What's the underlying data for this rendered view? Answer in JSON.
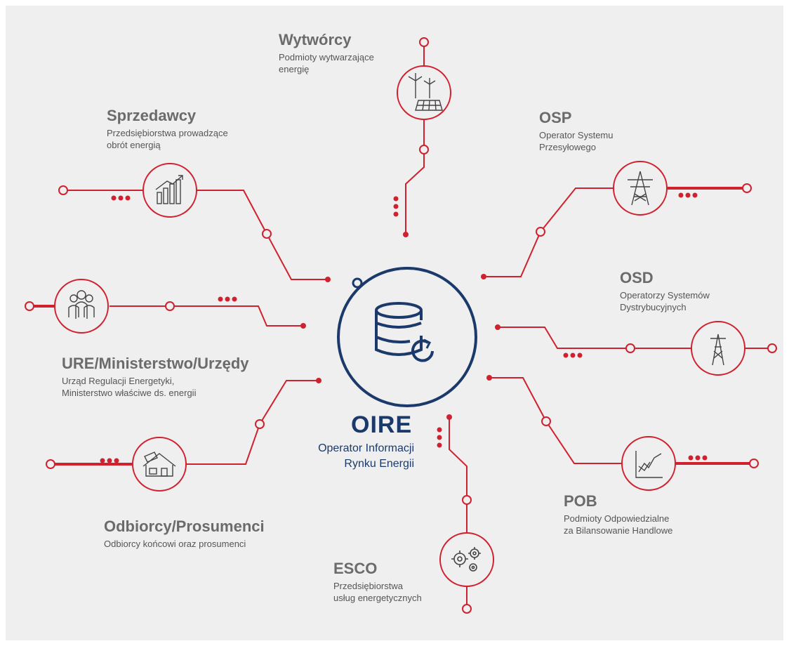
{
  "center": {
    "title": "OIRE",
    "subtitle_line1": "Operator Informacji",
    "subtitle_line2": "Rynku Energii",
    "icon": "database-sync-icon"
  },
  "colors": {
    "red": "#d0212f",
    "navy": "#1b3a6b",
    "grey_text": "#6b6b6b",
    "background": "#efefef"
  },
  "nodes": {
    "wytworcy": {
      "title": "Wytwórcy",
      "line1": "Podmioty wytwarzające",
      "line2": "energię",
      "icon": "wind-solar-icon"
    },
    "sprzedawcy": {
      "title": "Sprzedawcy",
      "line1": "Przedsiębiorstwa prowadzące",
      "line2": "obrót energią",
      "icon": "growth-chart-icon"
    },
    "osp": {
      "title": "OSP",
      "line1": "Operator Systemu",
      "line2": "Przesyłowego",
      "icon": "transmission-tower-icon"
    },
    "osd": {
      "title": "OSD",
      "line1": "Operatorzy Systemów",
      "line2": "Dystrybucyjnych",
      "icon": "pylon-icon"
    },
    "ure": {
      "title": "URE/Ministerstwo/Urzędy",
      "line1": "Urząd Regulacji Energetyki,",
      "line2": "Ministerstwo właściwe ds. energii",
      "icon": "people-group-icon"
    },
    "odbiorcy": {
      "title": "Odbiorcy/Prosumenci",
      "line1": "Odbiorcy końcowi oraz prosumenci",
      "icon": "house-solar-icon"
    },
    "pob": {
      "title": "POB",
      "line1": "Podmioty Odpowiedzialne",
      "line2": "za Bilansowanie Handlowe",
      "icon": "line-chart-icon"
    },
    "esco": {
      "title": "ESCO",
      "line1": "Przedsiębiorstwa",
      "line2": "usług energetycznych",
      "icon": "gears-icon"
    }
  }
}
